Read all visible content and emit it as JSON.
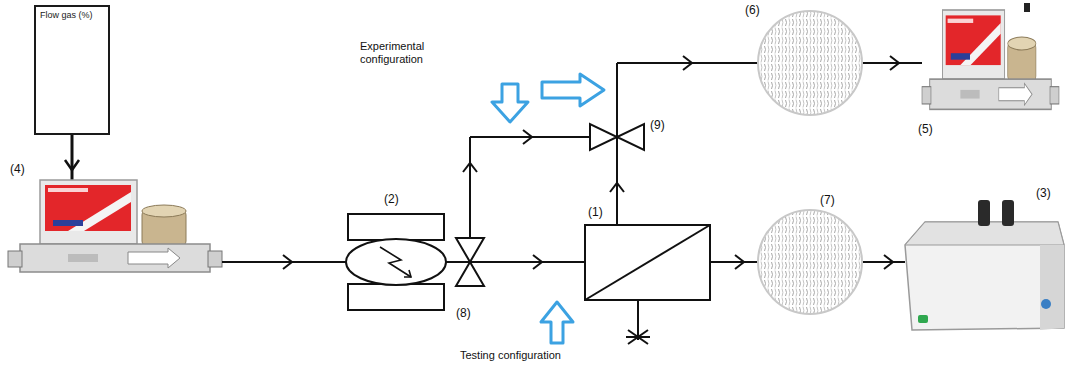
{
  "diagram": {
    "nodes": [
      {
        "text": [
          "Flow gas (%)"
        ]
      }
    ],
    "labels": [
      "(6)",
      "Experimental configuration",
      "(4)",
      "(2)",
      "(9)",
      "(1)",
      "(7)",
      "(5)",
      "(3)",
      "(8)",
      "Testing configuration"
    ]
  }
}
